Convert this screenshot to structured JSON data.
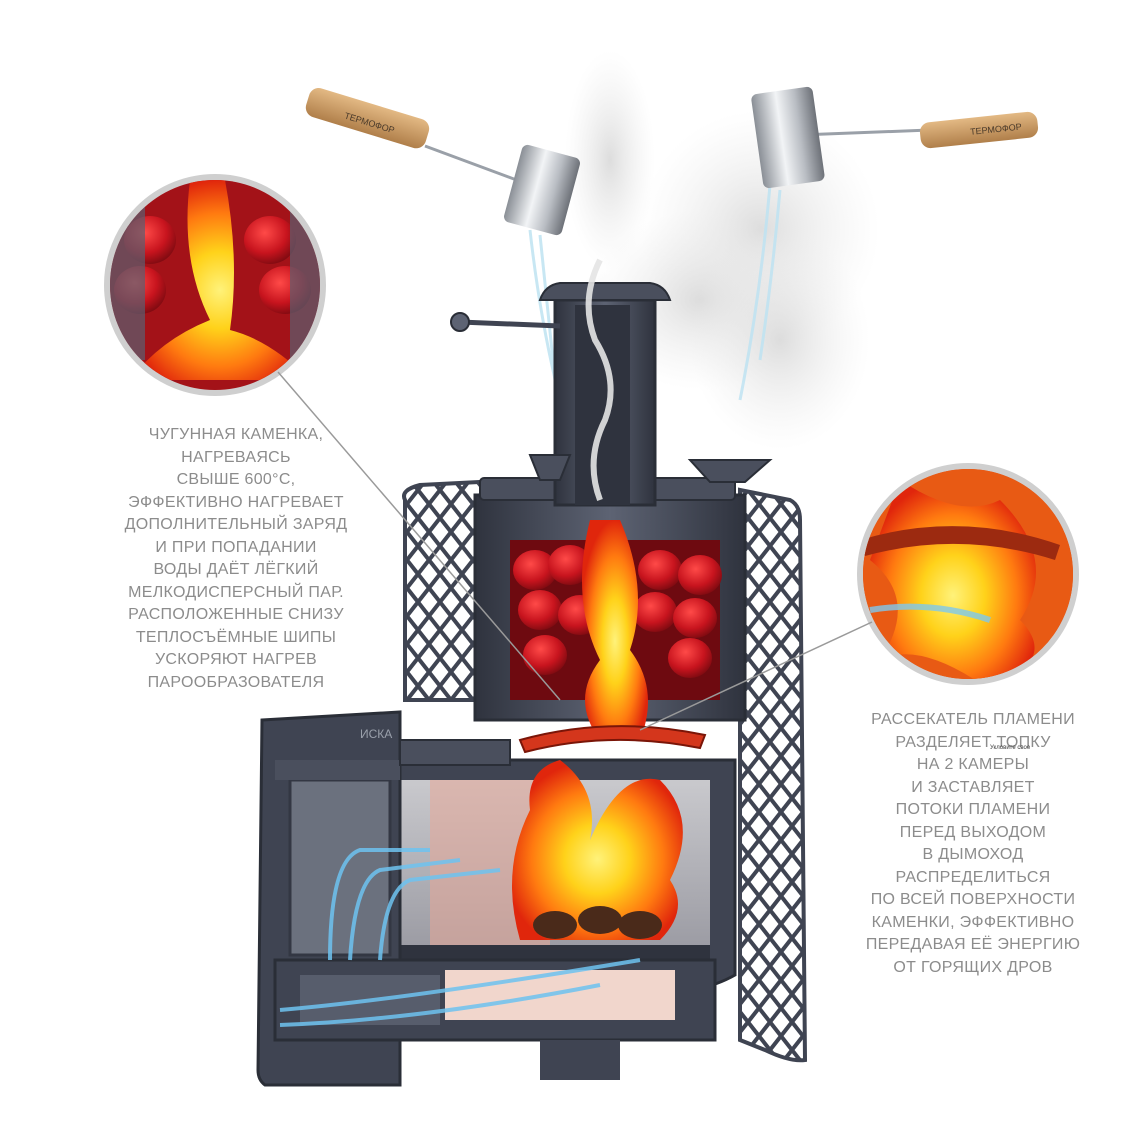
{
  "captions": {
    "left": [
      "ЧУГУННАЯ КАМЕНКА,",
      "НАГРЕВАЯСЬ",
      "СВЫШЕ 600°С,",
      "ЭФФЕКТИВНО НАГРЕВАЕТ",
      "ДОПОЛНИТЕЛЬНЫЙ ЗАРЯД",
      "И ПРИ ПОПАДАНИИ",
      "ВОДЫ ДАЁТ ЛЁГКИЙ",
      "МЕЛКОДИСПЕРСНЫЙ ПАР.",
      "РАСПОЛОЖЕННЫЕ СНИЗУ",
      "ТЕПЛОСЪЁМНЫЕ ШИПЫ",
      "УСКОРЯЮТ НАГРЕВ",
      "ПАРООБРАЗОВАТЕЛЯ"
    ],
    "right": [
      "РАССЕКАТЕЛЬ ПЛАМЕНИ",
      "РАЗДЕЛЯЕТ ТОПКУ",
      "НА 2 КАМЕРЫ",
      "И ЗАСТАВЛЯЕТ",
      "ПОТОКИ ПЛАМЕНИ",
      "ПЕРЕД ВЫХОДОМ",
      "В ДЫМОХОД",
      "РАСПРЕДЕЛИТЬСЯ",
      "ПО ВСЕЙ ПОВЕРХНОСТИ",
      "КАМЕНКИ, ЭФФЕКТИВНО",
      "ПЕРЕДАВАЯ ЕЁ ЭНЕРГИЮ",
      "ОТ ГОРЯЩИХ ДРОВ"
    ]
  },
  "ladle_brand": "ТЕРМОФОР",
  "stove_brand": "ИСКА",
  "tiny_label": "Укловите свое",
  "colors": {
    "caption": "#8c8c8c",
    "metal": "#3f4452",
    "metal_light": "#5d6373",
    "flame": "#ff9a12",
    "flame_core": "#ffe23a",
    "stones": "#c8141e",
    "air": "#6ec3f0"
  }
}
